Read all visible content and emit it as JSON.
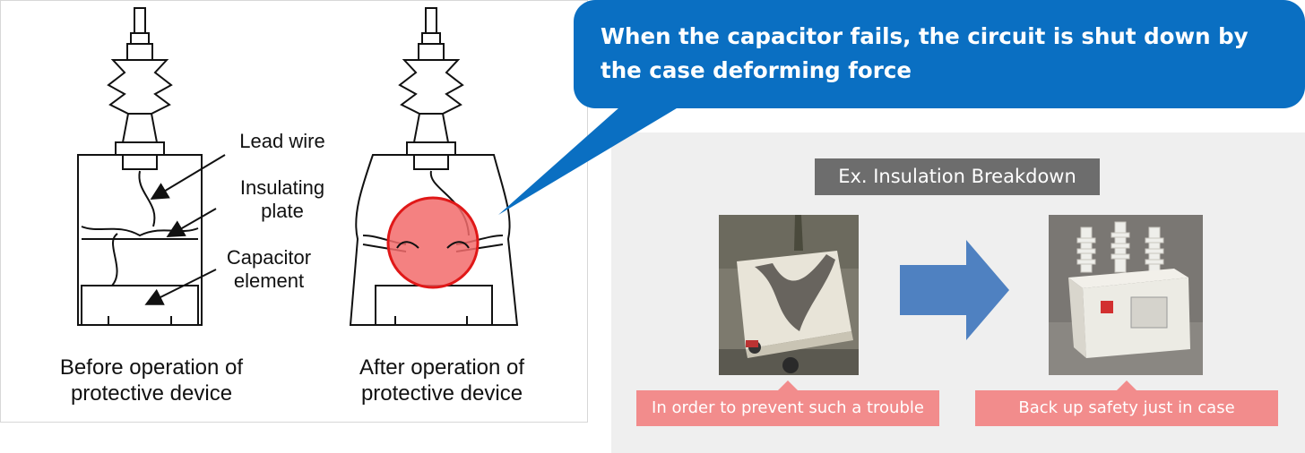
{
  "callout": {
    "text": "When the capacitor fails, the circuit is shut down by the case deforming force",
    "color": "#0a6fc2"
  },
  "diagram": {
    "labels": {
      "lead_wire": "Lead wire",
      "insulating_plate": "Insulating plate",
      "capacitor_element": "Capacitor element"
    },
    "before_caption": "Before operation of protective device",
    "after_caption": "After operation of protective device",
    "highlight_color": "#f26b6b"
  },
  "example": {
    "label": "Ex. Insulation Breakdown",
    "left_photo_icon": "damaged-capacitor-photo",
    "right_photo_icon": "new-capacitor-photo",
    "left_tag": "In order to prevent such a trouble",
    "right_tag": "Back up safety just in case",
    "tag_color": "#f28c8c",
    "arrow_color": "#4f81c1"
  }
}
